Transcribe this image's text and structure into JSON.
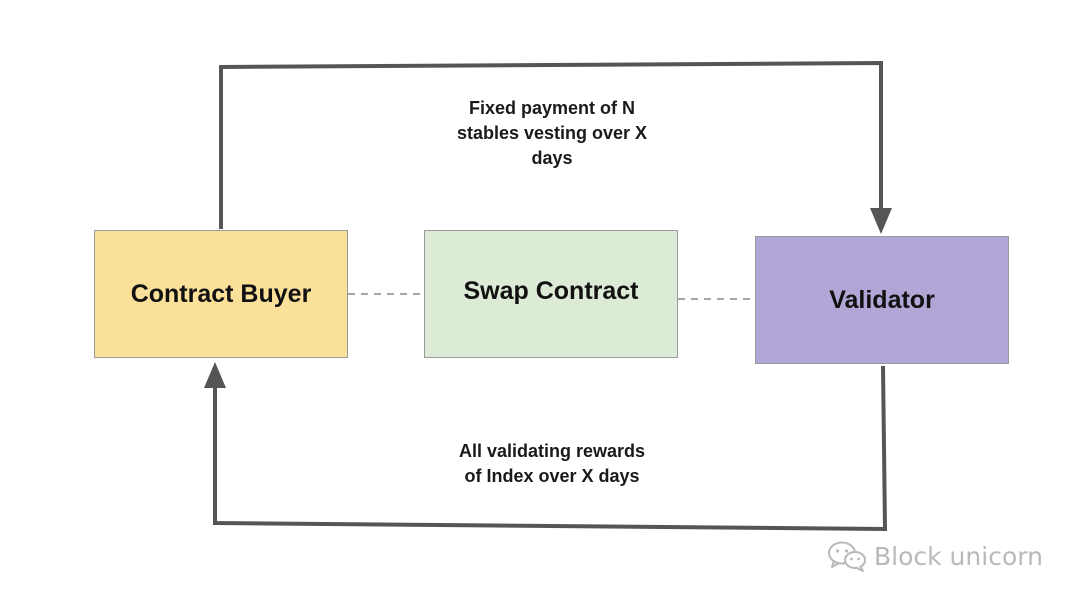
{
  "nodes": {
    "contract_buyer": "Contract Buyer",
    "swap_contract": "Swap Contract",
    "validator": "Validator"
  },
  "edges": {
    "buyer_to_validator": "Fixed payment of N stables vesting over X days",
    "buyer_to_validator_lines": [
      "Fixed payment of N",
      "stables vesting over X",
      "days"
    ],
    "validator_to_buyer": "All validating rewards of Index over X days",
    "validator_to_buyer_lines": [
      "All validating rewards",
      "of Index over X days"
    ]
  },
  "watermark": {
    "text": "Block unicorn",
    "icon": "wechat-icon"
  },
  "colors": {
    "contract_buyer": "#fbe09a",
    "swap_contract": "#dcebd6",
    "validator": "#b2a6d6",
    "connector": "#555555",
    "dashed_link": "#888888"
  }
}
